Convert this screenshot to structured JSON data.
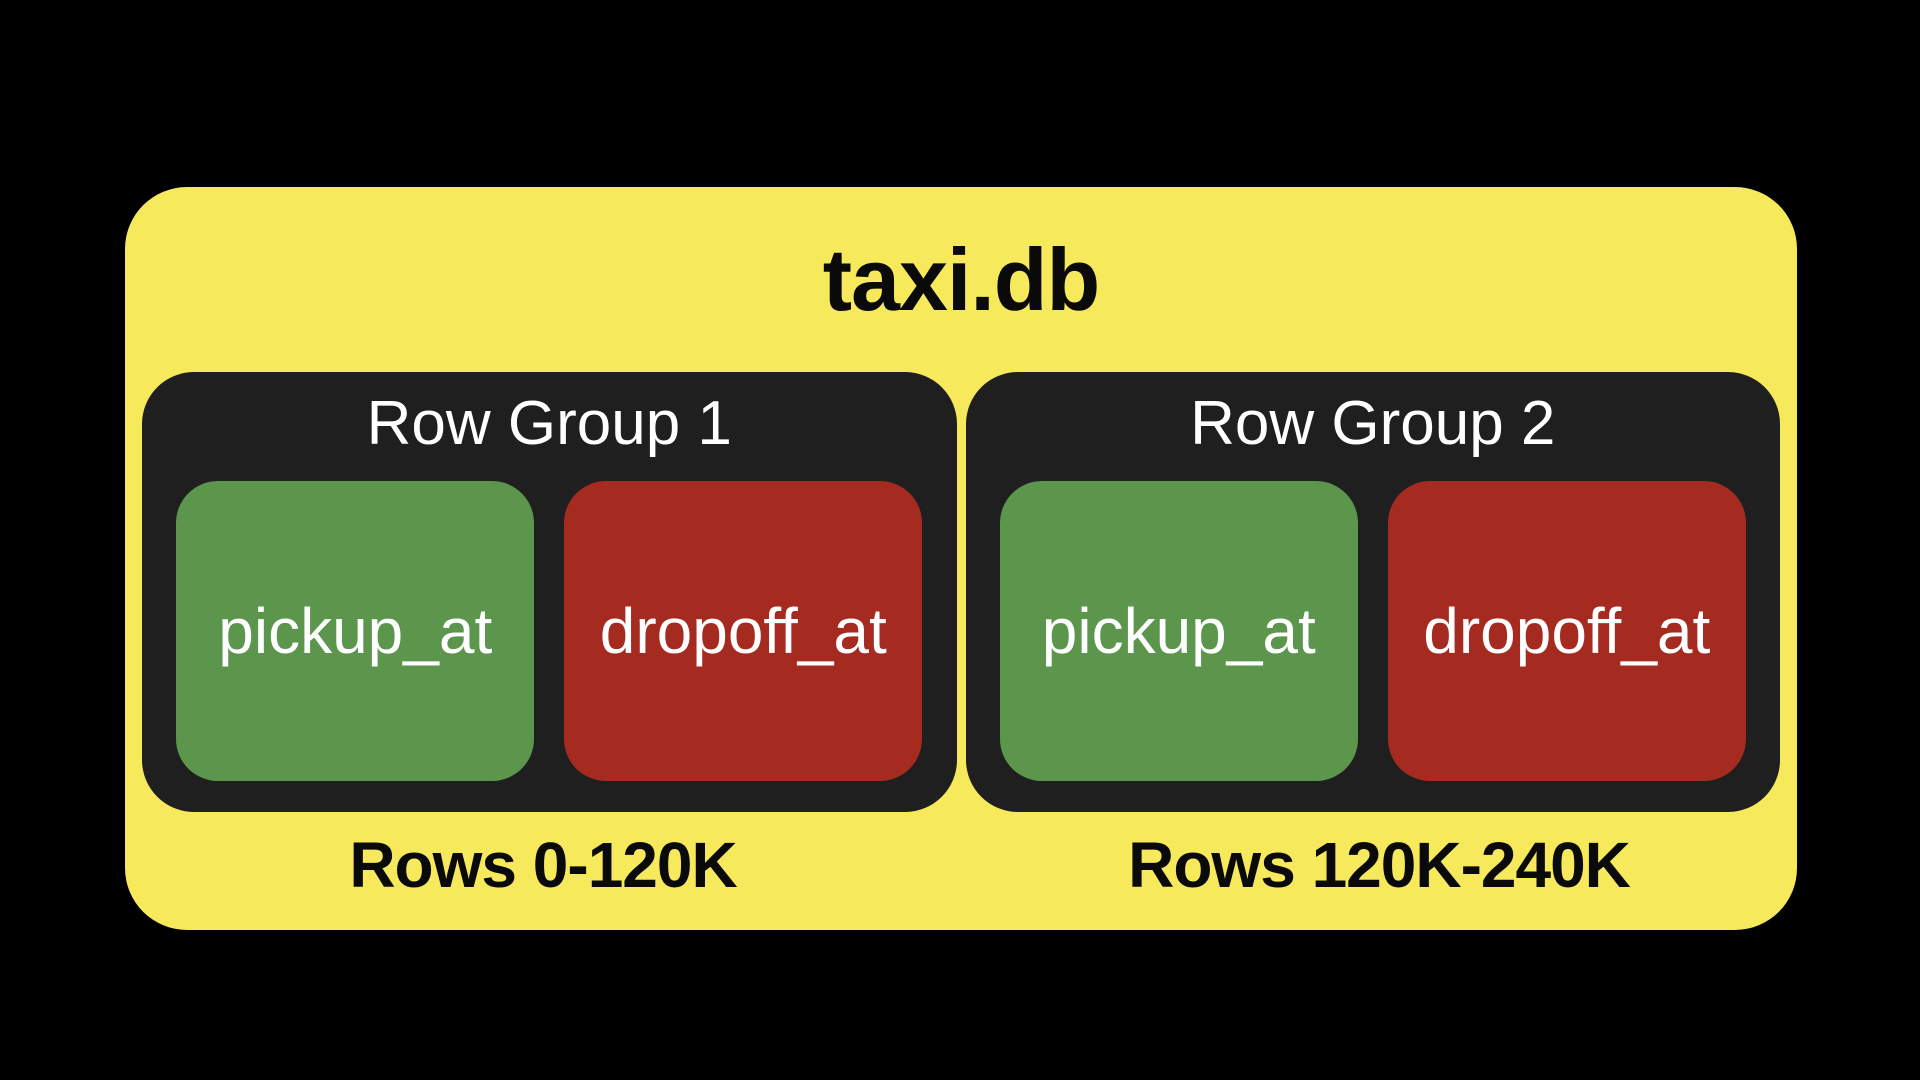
{
  "diagram": {
    "title": "taxi.db",
    "row_groups": [
      {
        "label": "Row Group 1",
        "columns": [
          {
            "name": "pickup_at",
            "color_key": "green"
          },
          {
            "name": "dropoff_at",
            "color_key": "red"
          }
        ],
        "rows_label": "Rows 0-120K"
      },
      {
        "label": "Row Group 2",
        "columns": [
          {
            "name": "pickup_at",
            "color_key": "green"
          },
          {
            "name": "dropoff_at",
            "color_key": "red"
          }
        ],
        "rows_label": "Rows 120K-240K"
      }
    ]
  },
  "colors": {
    "background": "#000000",
    "file_fill": "#f7e95c",
    "row_group_fill": "#1f1f1f",
    "pickup_fill": "#5b964c",
    "dropoff_fill": "#a52a20",
    "title_text": "#0a0a0a",
    "group_text": "#ffffff",
    "range_text": "#0a0a0a"
  }
}
